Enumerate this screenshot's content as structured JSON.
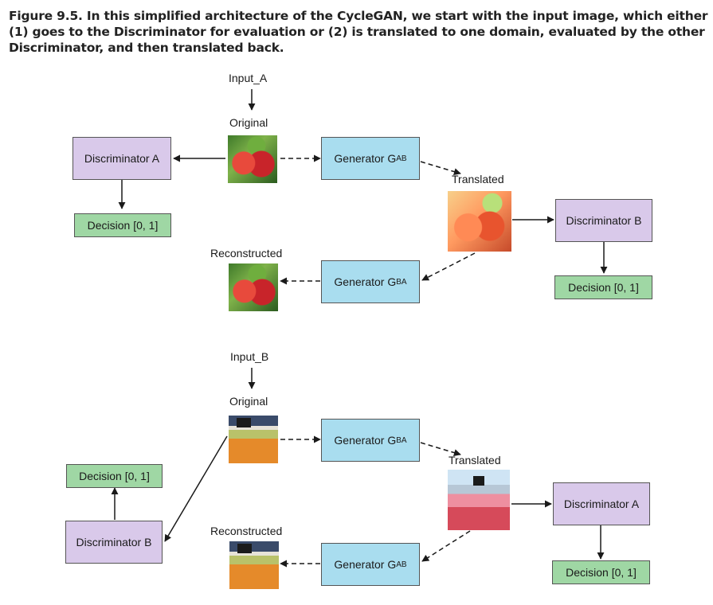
{
  "caption": "Figure 9.5. In this simplified architecture of the CycleGAN, we start with the input image, which either (1) goes to the Discriminator for evaluation or (2) is translated to one domain, evaluated by the other Discriminator, and then translated back.",
  "top": {
    "input_label": "Input_A",
    "original_label": "Original",
    "discriminator_a": "Discriminator A",
    "decision_a": "Decision [0, 1]",
    "generator_ab_main": "Generator G",
    "generator_ab_sub": "AB",
    "translated_label": "Translated",
    "discriminator_b": "Discriminator B",
    "decision_b": "Decision [0, 1]",
    "reconstructed_label": "Reconstructed",
    "generator_ba_main": "Generator G",
    "generator_ba_sub": "BA"
  },
  "bottom": {
    "input_label": "Input_B",
    "original_label": "Original",
    "generator_ba_main": "Generator G",
    "generator_ba_sub": "BA",
    "translated_label": "Translated",
    "decision_b": "Decision [0, 1]",
    "discriminator_b": "Discriminator B",
    "discriminator_a": "Discriminator A",
    "decision_a": "Decision [0, 1]",
    "reconstructed_label": "Reconstructed",
    "generator_ab_main": "Generator G",
    "generator_ab_sub": "AB"
  },
  "colors": {
    "discriminator": "#d9c9ea",
    "generator": "#a9ddef",
    "decision": "#9fd7a4"
  }
}
